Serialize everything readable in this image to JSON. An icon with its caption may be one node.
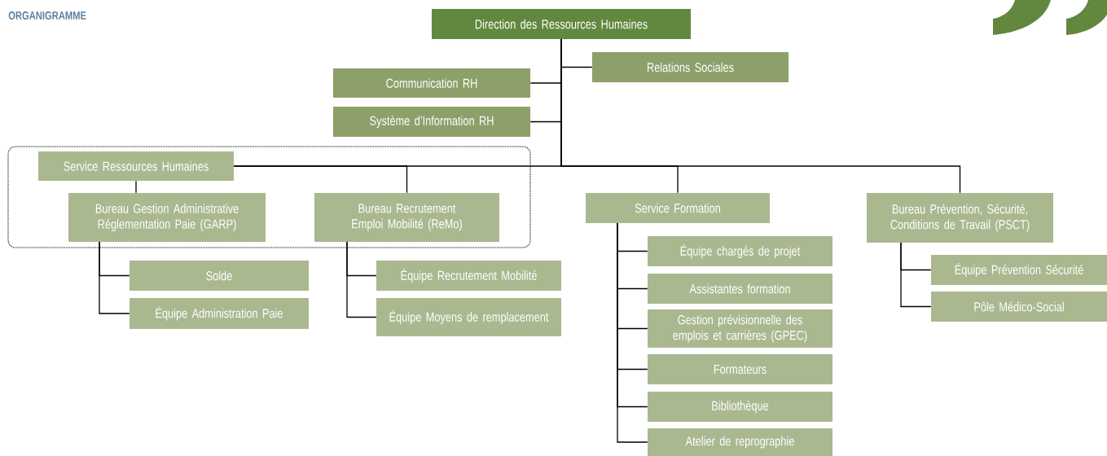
{
  "diagram": {
    "title": "ORGANIGRAMME",
    "nodes": [
      {
        "text": [
          "Direction des Ressources Humaines"
        ]
      },
      {
        "text": [
          "Relations Sociales"
        ]
      },
      {
        "text": [
          "Communication RH"
        ]
      },
      {
        "text": [
          "Système d’Information RH"
        ]
      },
      {
        "text": [],
        "shape": "box"
      },
      {
        "text": [
          "Service Ressources Humaines"
        ],
        "in": 4
      },
      {
        "text": [
          "Bureau Gestion Administrative Réglementation Paie (GARP)"
        ],
        "in": 4
      },
      {
        "text": [
          "Bureau Recrutement Emploi Mobilité (ReMo)"
        ],
        "in": 4
      },
      {
        "text": [
          "Service Formation"
        ]
      },
      {
        "text": [
          "Bureau Prévention, Sécurité, Conditions de Travail (PSCT)"
        ]
      },
      {
        "text": [
          "Solde"
        ]
      },
      {
        "text": [
          "Équipe Administration Paie"
        ]
      },
      {
        "text": [
          "Équipe Recrutement Mobilité"
        ]
      },
      {
        "text": [
          "Équipe Moyens de remplacement"
        ]
      },
      {
        "text": [
          "Équipe chargés de projet"
        ]
      },
      {
        "text": [
          "Assistantes formation"
        ]
      },
      {
        "text": [
          "Gestion prévisionnelle des emplois et carrières (GPEC)"
        ]
      },
      {
        "text": [
          "Formateurs"
        ]
      },
      {
        "text": [
          "Bibliothèque"
        ]
      },
      {
        "text": [
          "Atelier de reprographie"
        ]
      },
      {
        "text": [
          "Équipe Prévention Sécurité"
        ]
      },
      {
        "text": [
          "Pôle Médico-Social"
        ]
      }
    ],
    "edges": [
      {
        "from": 0,
        "to": 1,
        "arrow": "none"
      },
      {
        "from": 0,
        "to": 2,
        "arrow": "none"
      },
      {
        "from": 0,
        "to": 3,
        "arrow": "none"
      },
      {
        "from": 0,
        "to": 5,
        "arrow": "none"
      },
      {
        "from": 0,
        "to": 8,
        "arrow": "none"
      },
      {
        "from": 0,
        "to": 9,
        "arrow": "none"
      },
      {
        "from": 5,
        "to": 6,
        "arrow": "none"
      },
      {
        "from": 5,
        "to": 7,
        "arrow": "none"
      },
      {
        "from": 6,
        "to": 10,
        "arrow": "none"
      },
      {
        "from": 6,
        "to": 11,
        "arrow": "none"
      },
      {
        "from": 7,
        "to": 12,
        "arrow": "none"
      },
      {
        "from": 7,
        "to": 13,
        "arrow": "none"
      },
      {
        "from": 8,
        "to": 14,
        "arrow": "none"
      },
      {
        "from": 8,
        "to": 15,
        "arrow": "none"
      },
      {
        "from": 8,
        "to": 16,
        "arrow": "none"
      },
      {
        "from": 8,
        "to": 17,
        "arrow": "none"
      },
      {
        "from": 8,
        "to": 18,
        "arrow": "none"
      },
      {
        "from": 8,
        "to": 19,
        "arrow": "none"
      },
      {
        "from": 9,
        "to": 20,
        "arrow": "none"
      },
      {
        "from": 9,
        "to": 21,
        "arrow": "none"
      }
    ]
  }
}
